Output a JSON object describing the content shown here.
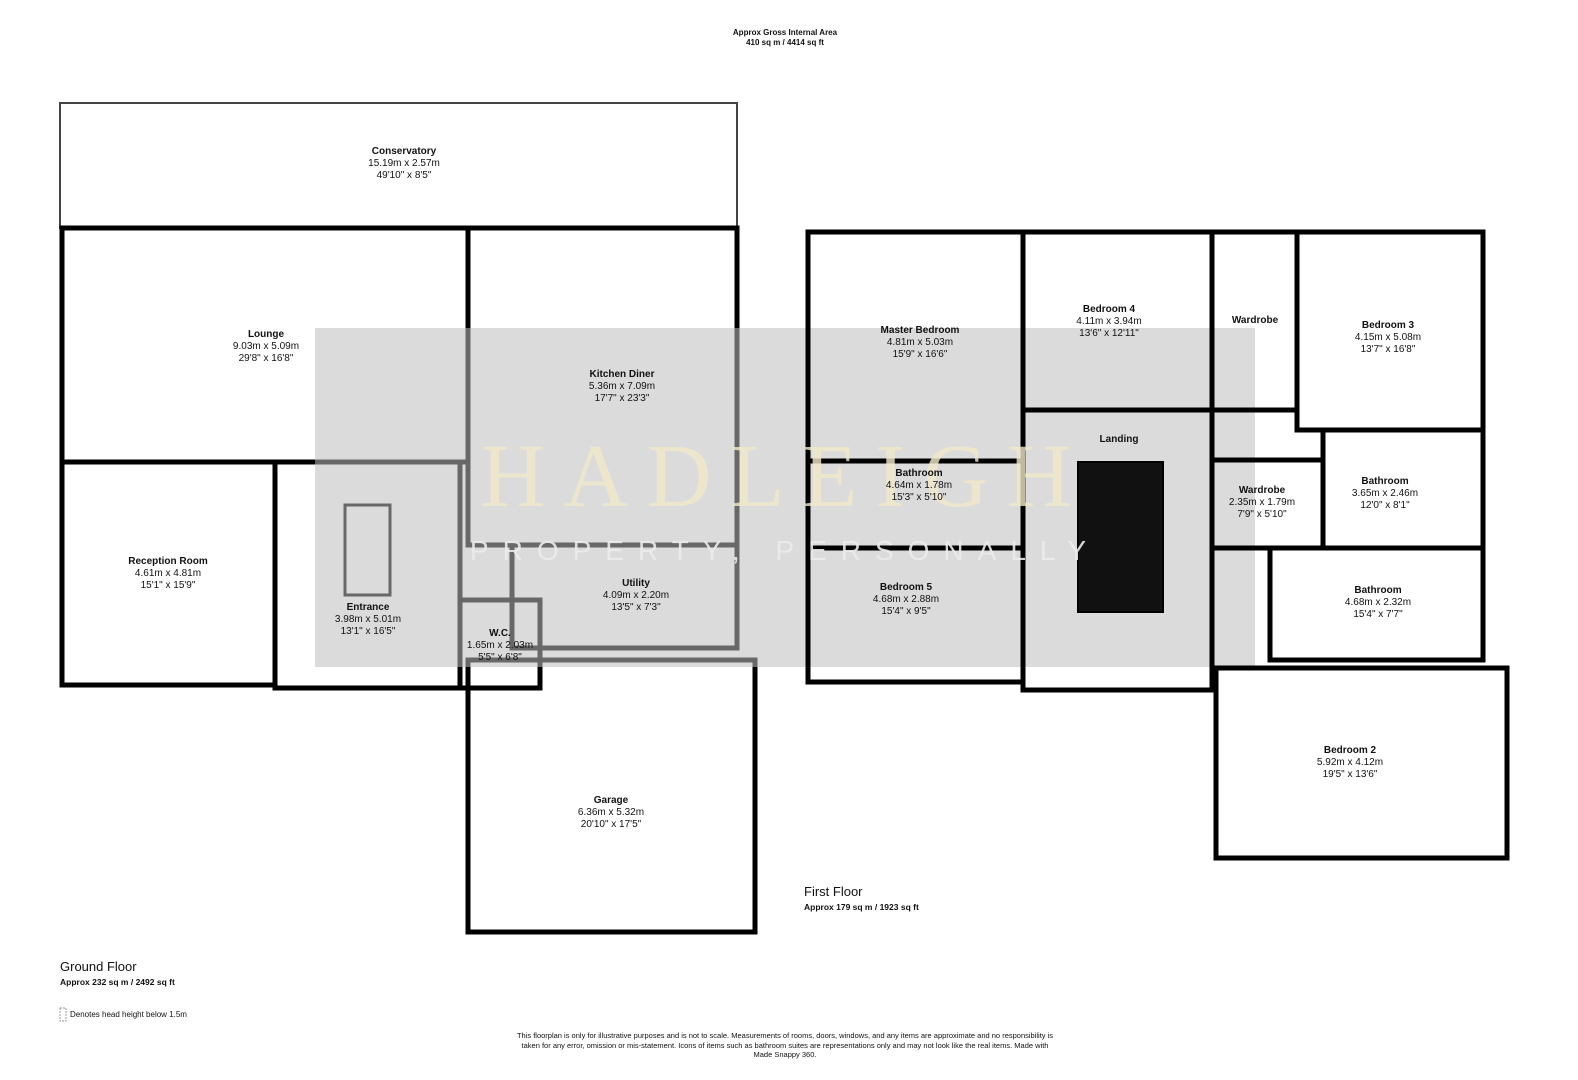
{
  "header": {
    "line1": "Approx Gross Internal Area",
    "line2": "410 sq m / 4414 sq ft"
  },
  "watermark": {
    "brand": "HADLEIGH",
    "tagline": "PROPERTY, PERSONALLY"
  },
  "ground_floor": {
    "title": "Ground Floor",
    "area": "Approx 232 sq m / 2492 sq ft",
    "rooms": [
      {
        "name": "Conservatory",
        "metric": "15.19m x 2.57m",
        "imperial": "49'10\" x 8'5\""
      },
      {
        "name": "Lounge",
        "metric": "9.03m x 5.09m",
        "imperial": "29'8\" x 16'8\""
      },
      {
        "name": "Kitchen Diner",
        "metric": "5.36m x 7.09m",
        "imperial": "17'7\" x 23'3\""
      },
      {
        "name": "Reception Room",
        "metric": "4.61m x 4.81m",
        "imperial": "15'1\" x 15'9\""
      },
      {
        "name": "Entrance",
        "metric": "3.98m x 5.01m",
        "imperial": "13'1\" x 16'5\""
      },
      {
        "name": "Utility",
        "metric": "4.09m x 2.20m",
        "imperial": "13'5\" x 7'3\""
      },
      {
        "name": "W.C.",
        "metric": "1.65m x 2.03m",
        "imperial": "5'5\" x 6'8\""
      },
      {
        "name": "Garage",
        "metric": "6.36m x 5.32m",
        "imperial": "20'10\" x 17'5\""
      }
    ]
  },
  "first_floor": {
    "title": "First Floor",
    "area": "Approx 179 sq m / 1923 sq ft",
    "rooms": [
      {
        "name": "Master Bedroom",
        "metric": "4.81m x 5.03m",
        "imperial": "15'9\" x 16'6\""
      },
      {
        "name": "Bedroom 4",
        "metric": "4.11m x 3.94m",
        "imperial": "13'6\" x 12'11\""
      },
      {
        "name": "Wardrobe"
      },
      {
        "name": "Bedroom 3",
        "metric": "4.15m x 5.08m",
        "imperial": "13'7\" x 16'8\""
      },
      {
        "name": "Landing"
      },
      {
        "name": "Bathroom",
        "metric": "4.64m x 1.78m",
        "imperial": "15'3\" x 5'10\""
      },
      {
        "name": "Wardrobe",
        "metric": "2.35m x 1.79m",
        "imperial": "7'9\" x 5'10\""
      },
      {
        "name": "Bathroom",
        "metric": "3.65m x 2.46m",
        "imperial": "12'0\" x 8'1\""
      },
      {
        "name": "Bedroom 5",
        "metric": "4.68m x 2.88m",
        "imperial": "15'4\" x 9'5\""
      },
      {
        "name": "Bathroom",
        "metric": "4.68m x 2.32m",
        "imperial": "15'4\" x 7'7\""
      },
      {
        "name": "Bedroom 2",
        "metric": "5.92m x 4.12m",
        "imperial": "19'5\" x 13'6\""
      }
    ]
  },
  "legend": {
    "head_height": "Denotes head height below 1.5m"
  },
  "disclaimer": "This floorplan is only for illustrative purposes and is not to scale. Measurements of rooms, doors, windows, and any items are approximate and no responsibility is taken for any error, omission or mis-statement. Icons of items such as bathroom suites are representations only and may not look like the real items. Made with Made Snappy 360."
}
